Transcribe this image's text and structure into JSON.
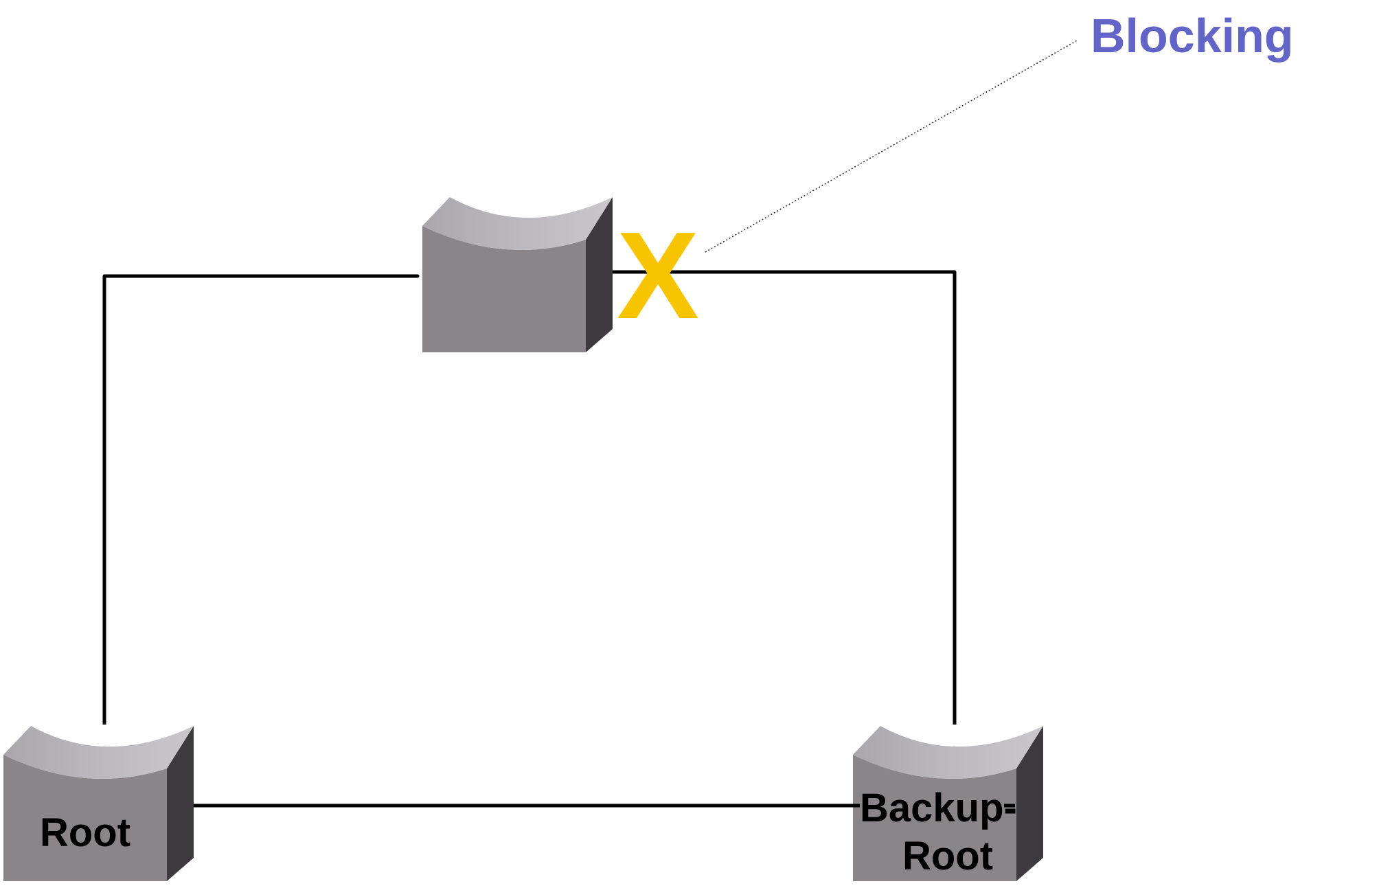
{
  "diagram": {
    "title": "Spanning tree topology with blocking port",
    "nodes": [
      {
        "id": "top-switch",
        "label": ""
      },
      {
        "id": "root-switch",
        "label": "Root"
      },
      {
        "id": "backup-root-switch",
        "label_line1": "Backup-",
        "label_line2": "Root"
      }
    ],
    "links": [
      {
        "from": "root-switch",
        "to": "top-switch",
        "state": "forwarding"
      },
      {
        "from": "top-switch",
        "to": "backup-root-switch",
        "state": "blocking"
      },
      {
        "from": "root-switch",
        "to": "backup-root-switch",
        "state": "forwarding"
      }
    ],
    "blocking_marker": "X",
    "callout": "Blocking",
    "colors": {
      "callout": "#6264c8",
      "blocking_marker": "#f7c500",
      "link": "#000000",
      "switch_top": "#b3b1b5",
      "switch_front": "#8a8589",
      "switch_side": "#3d393e"
    }
  }
}
